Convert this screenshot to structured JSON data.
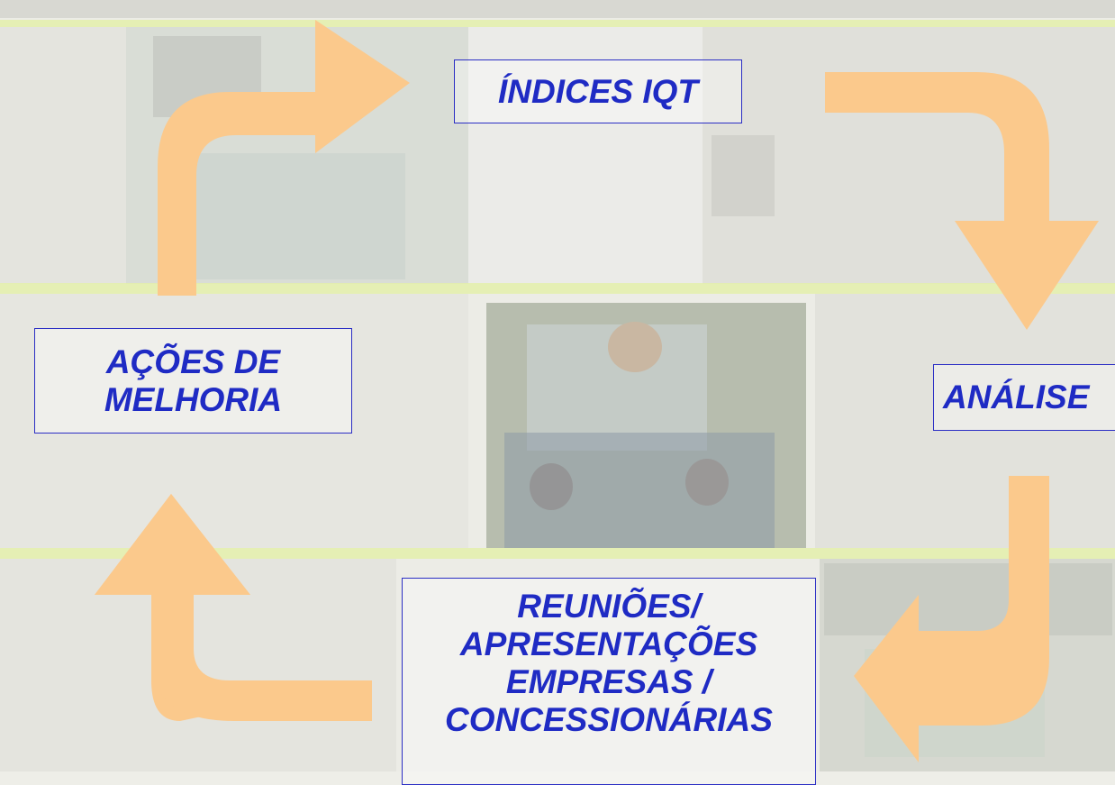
{
  "diagram": {
    "nodes": [
      {
        "id": "indices",
        "label": "ÍNDICES IQT"
      },
      {
        "id": "analise",
        "label": "ANÁLISE"
      },
      {
        "id": "reunioes",
        "lines": [
          "REUNIÕES/",
          "APRESENTAÇÕES",
          "EMPRESAS /",
          "CONCESSIONÁRIAS"
        ]
      },
      {
        "id": "acoes",
        "lines": [
          "AÇÕES DE",
          "MELHORIA"
        ]
      }
    ],
    "edges": [
      {
        "from": "indices",
        "to": "analise"
      },
      {
        "from": "analise",
        "to": "reunioes"
      },
      {
        "from": "reunioes",
        "to": "acoes"
      },
      {
        "from": "acoes",
        "to": "indices"
      }
    ],
    "colors": {
      "arrow": "#fbc98c",
      "box_border": "#2b2ec4",
      "text": "#1f2bc4",
      "band": "#e3f0a8"
    }
  }
}
